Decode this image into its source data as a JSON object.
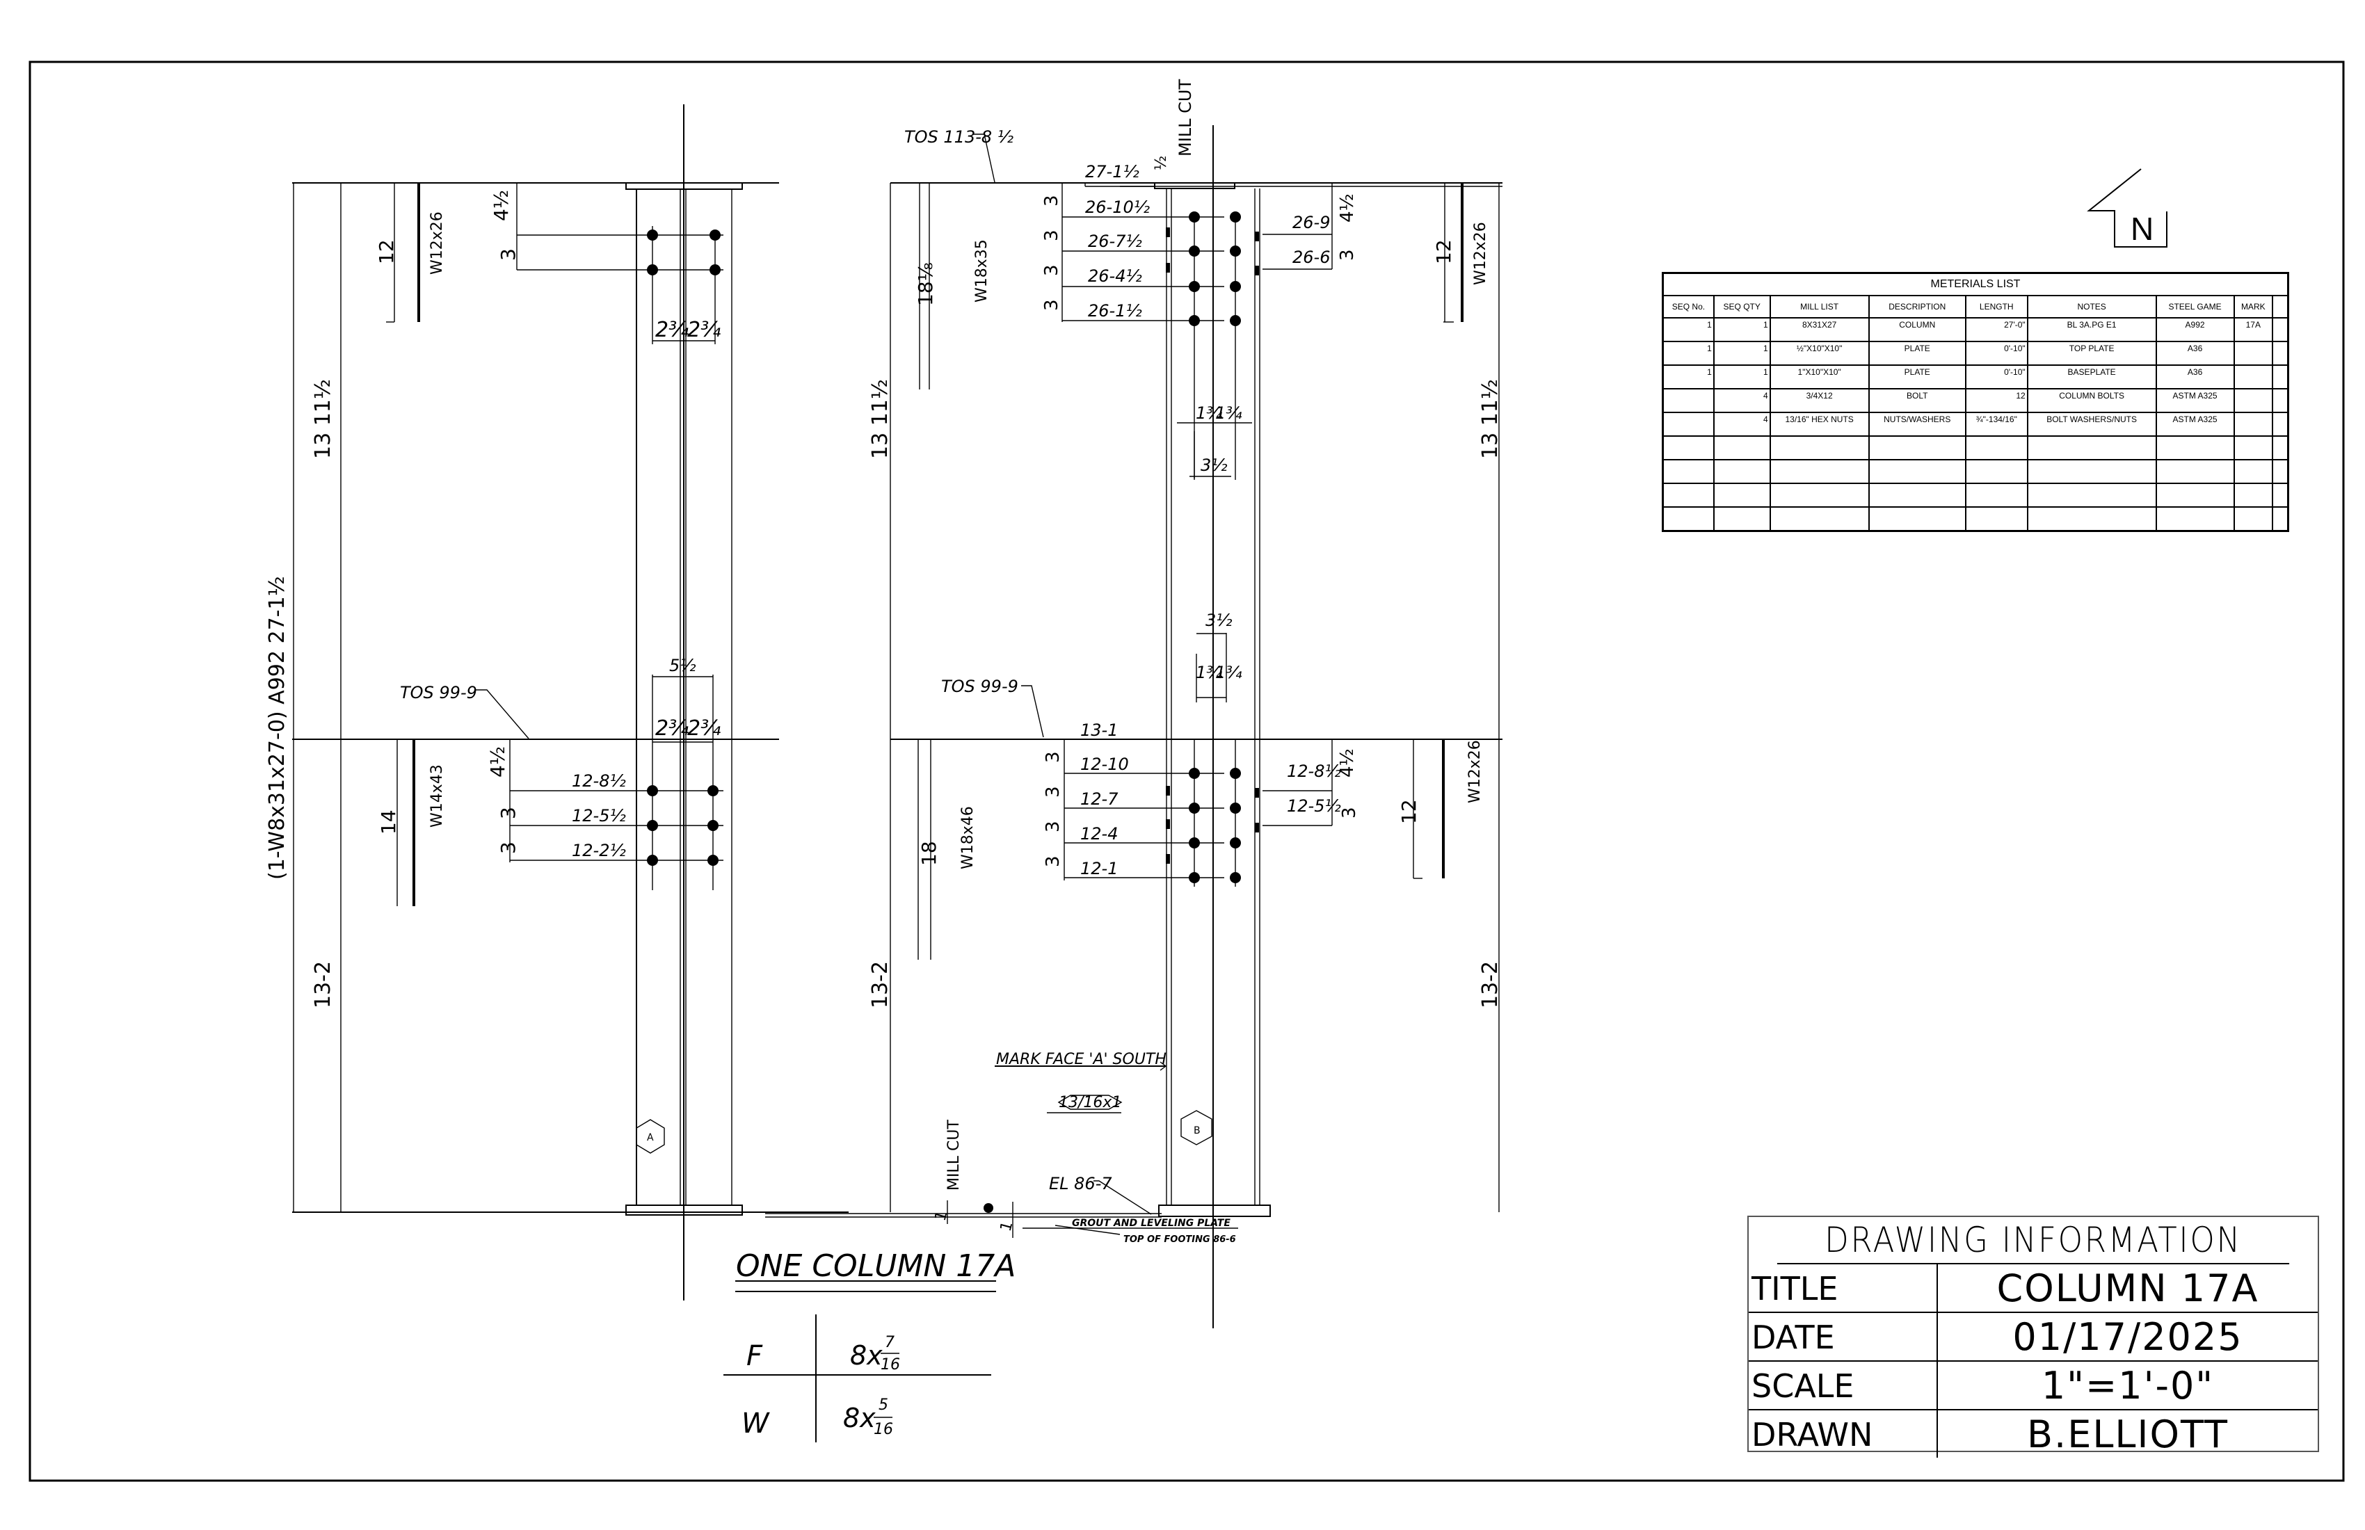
{
  "drawing": {
    "title": "ONE COLUMN 17A",
    "member_callout": "(1-W8x31x27-0) A992 27-1½",
    "north_arrow_label": "N",
    "column_A": {
      "hex_mark": "A",
      "top_dims": {
        "beam": "W12x26",
        "depth": "12",
        "edge": "4½",
        "spacing": "3",
        "gage_left": "2¾",
        "gage_right": "2¾"
      },
      "mid_dims": {
        "tos": "TOS 99-9",
        "beam": "W14x43",
        "depth": "14",
        "edge": "4½",
        "spacing_1": "3",
        "spacing_2": "3",
        "gage_total": "5½",
        "gage_left": "2¾",
        "gage_right": "2¾",
        "elev_1": "12-8½",
        "elev_2": "12-5½",
        "elev_3": "12-2½"
      },
      "upper_height": "13 11½",
      "lower_height": "13-2"
    },
    "column_B": {
      "hex_mark": "B",
      "top_tos": "TOS 113-8 ½",
      "top_length": "27-1½",
      "mill_cut_top": "MILL CUT",
      "mill_cut_top_dim": "½",
      "top_left": {
        "beam": "W18x35",
        "depth": "18⅛",
        "spacings": [
          "3",
          "3",
          "3",
          "3"
        ],
        "elevs": [
          "26-10½",
          "26-7½",
          "26-4½",
          "26-1½"
        ]
      },
      "top_right": {
        "beam": "W12x26",
        "depth": "12",
        "edge": "4½",
        "spacing": "3",
        "elevs": [
          "26-9",
          "26-6"
        ]
      },
      "gage_small_left": "1¾",
      "gage_small_right": "1¾",
      "gage_total_top": "3½",
      "gage_total_mid": "3½",
      "mid_tos": "TOS 99-9",
      "mid_length": "13-1",
      "mid_left": {
        "beam": "W18x46",
        "depth": "18",
        "spacings": [
          "3",
          "3",
          "3",
          "3"
        ],
        "elevs": [
          "12-10",
          "12-7",
          "12-4",
          "12-1"
        ]
      },
      "mid_right": {
        "beam": "W12x26",
        "depth": "12",
        "edge": "4½",
        "spacing": "3",
        "elevs": [
          "12-8½",
          "12-5½"
        ]
      },
      "upper_height_left": "13 11½",
      "upper_height_right": "13 11½",
      "lower_height_left": "13-2",
      "lower_height_right": "13-2",
      "mark_face": "MARK FACE 'A' SOUTH",
      "weld_symbol": "13/16x1",
      "elevation": "EL 86-7",
      "grout": "GROUT AND LEVELING PLATE",
      "footing": "TOP OF FOOTING 86-6",
      "mill_cut_bottom": "MILL CUT",
      "bottom_dim_1": "1",
      "bottom_dim_2": "1"
    },
    "weld_table": [
      {
        "label": "F",
        "value": "8x",
        "num": "7",
        "den": "16"
      },
      {
        "label": "W",
        "value": "8x",
        "num": "5",
        "den": "16"
      }
    ]
  },
  "materials_list": {
    "title": "METERIALS LIST",
    "headers": [
      "SEQ No.",
      "SEQ QTY",
      "MILL LIST",
      "DESCRIPTION",
      "LENGTH",
      "NOTES",
      "STEEL GAME",
      "MARK"
    ],
    "rows": [
      [
        "1",
        "1",
        "8X31X27",
        "COLUMN",
        "27'-0\"",
        "BL 3A.PG E1",
        "A992",
        "17A"
      ],
      [
        "1",
        "1",
        "½\"X10\"X10\"",
        "PLATE",
        "0'-10\"",
        "TOP PLATE",
        "A36",
        ""
      ],
      [
        "1",
        "1",
        "1\"X10\"X10\"",
        "PLATE",
        "0'-10\"",
        "BASEPLATE",
        "A36",
        ""
      ],
      [
        "",
        "4",
        "3/4X12",
        "BOLT",
        "12",
        "COLUMN BOLTS",
        "ASTM A325",
        ""
      ],
      [
        "",
        "4",
        "13/16\" HEX NUTS",
        "NUTS/WASHERS",
        "¾\"-134/16\"",
        "BOLT WASHERS/NUTS",
        "ASTM A325",
        ""
      ],
      [
        "",
        "",
        "",
        "",
        "",
        "",
        "",
        ""
      ],
      [
        "",
        "",
        "",
        "",
        "",
        "",
        "",
        ""
      ],
      [
        "",
        "",
        "",
        "",
        "",
        "",
        "",
        ""
      ],
      [
        "",
        "",
        "",
        "",
        "",
        "",
        "",
        ""
      ]
    ]
  },
  "drawing_information": {
    "heading": "DRAWING INFORMATION",
    "title_label": "TITLE",
    "title_value": "COLUMN 17A",
    "date_label": "DATE",
    "date_value": "01/17/2025",
    "scale_label": "SCALE",
    "scale_value": "1\"=1'-0\"",
    "drawn_label": "DRAWN",
    "drawn_value": "B.ELLIOTT"
  }
}
